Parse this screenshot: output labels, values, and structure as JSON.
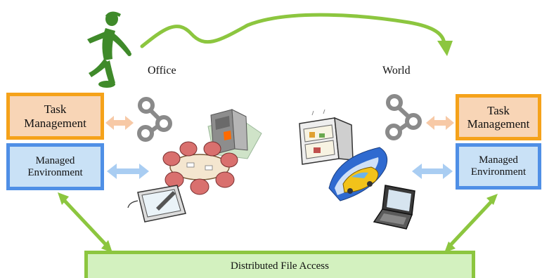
{
  "labels": {
    "office": "Office",
    "world": "World"
  },
  "left_panel": {
    "task_line1": "Task",
    "task_line2": "Management",
    "env_line1": "Managed",
    "env_line2": "Environment"
  },
  "right_panel": {
    "task_line1": "Task",
    "task_line2": "Management",
    "env_line1": "Managed",
    "env_line2": "Environment"
  },
  "bottom_bar": {
    "label": "Distributed File Access"
  },
  "icons": [
    "walking-person-icon",
    "curved-arrow-icon",
    "network-nodes-icon",
    "meeting-table-icon",
    "office-building-icon",
    "tablet-pen-icon",
    "refrigerator-icon",
    "car-icon",
    "laptop-icon"
  ],
  "colors": {
    "task_fill": "#f8d5b6",
    "task_border": "#f5a21a",
    "env_fill": "#c9e1f6",
    "env_border": "#4f8fe6",
    "bar_fill": "#d3f1bf",
    "bar_border": "#8cc63f",
    "green_arrow": "#8cc63f",
    "peach_arrow": "#f7c9a6",
    "blue_arrow": "#a9cdf2"
  }
}
